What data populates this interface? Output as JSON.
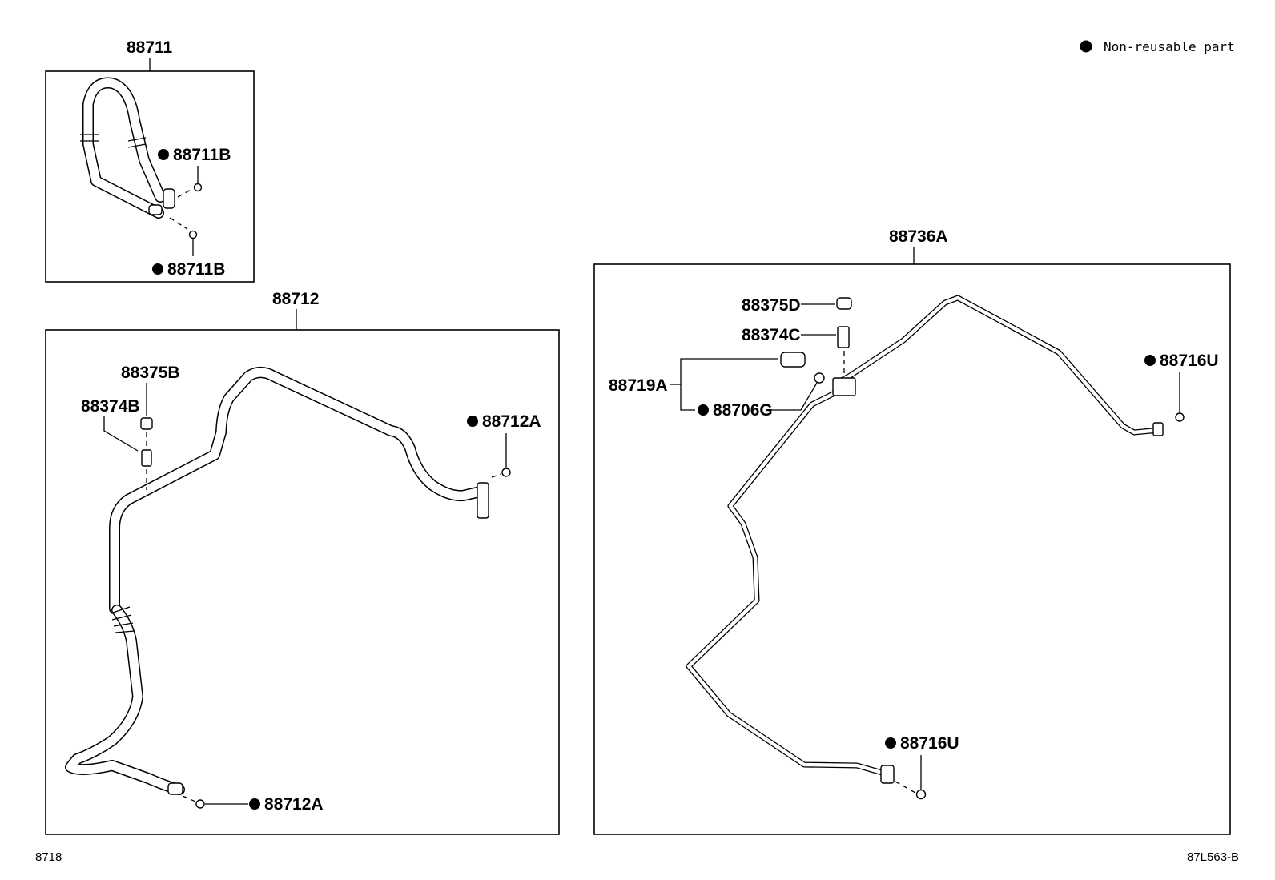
{
  "legend": {
    "text": "Non-reusable part"
  },
  "groups": {
    "g88711": {
      "label": "88711"
    },
    "g88712": {
      "label": "88712"
    },
    "g88736a": {
      "label": "88736A"
    }
  },
  "parts": {
    "p88711b_top": "88711B",
    "p88711b_bottom": "88711B",
    "p88375b": "88375B",
    "p88374b": "88374B",
    "p88712a_right": "88712A",
    "p88712a_bottom": "88712A",
    "p88375d": "88375D",
    "p88374c": "88374C",
    "p88719a": "88719A",
    "p88706g": "88706G",
    "p88716u_right": "88716U",
    "p88716u_bottom": "88716U"
  },
  "footer": {
    "left_code": "8718",
    "right_code": "87L563-B"
  }
}
